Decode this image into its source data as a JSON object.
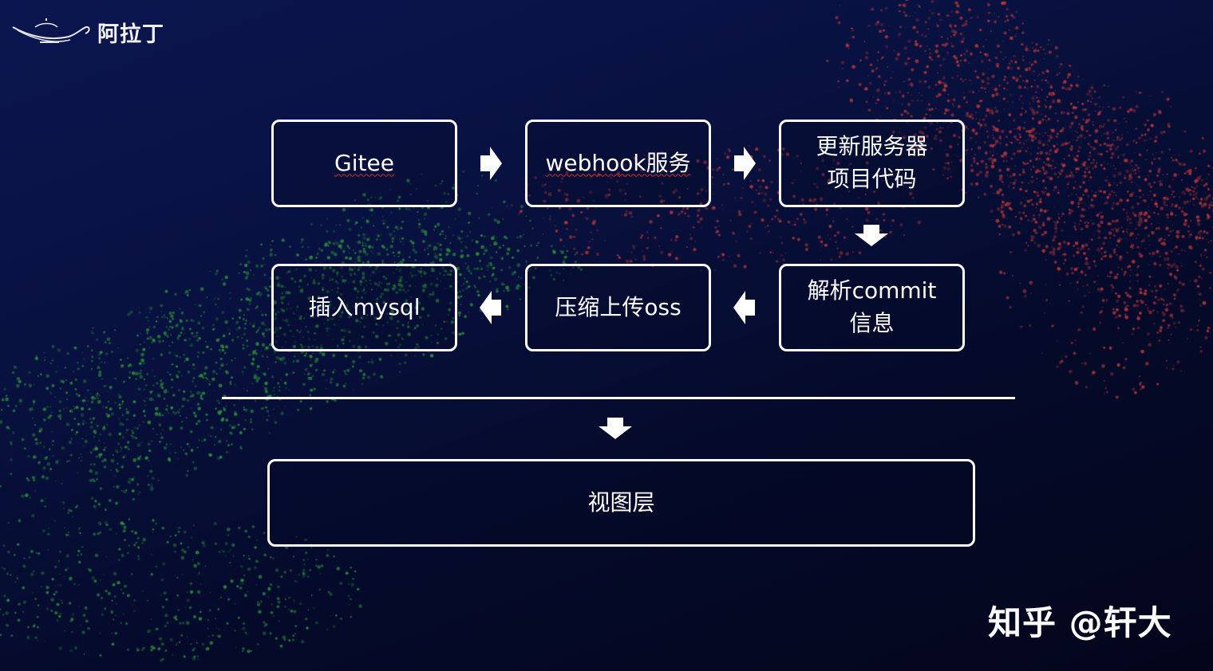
{
  "brand": {
    "logo_text": "阿拉丁"
  },
  "flow": {
    "gitee": "Gitee",
    "webhook": "webhook服务",
    "update": "更新服务器\n项目代码",
    "parse": "解析commit\n信息",
    "compress": "压缩上传oss",
    "insert": "插入mysql",
    "view": "视图层"
  },
  "watermark": "知乎 @轩大",
  "colors": {
    "background": "#08113f",
    "box_border": "#ffffff",
    "arrow": "#ffffff",
    "particles_red": "#c23a3a",
    "particles_green": "#2f9a3a"
  },
  "icons": [
    "lamp-logo-icon",
    "arrow-right-icon",
    "arrow-down-icon",
    "arrow-left-icon"
  ]
}
